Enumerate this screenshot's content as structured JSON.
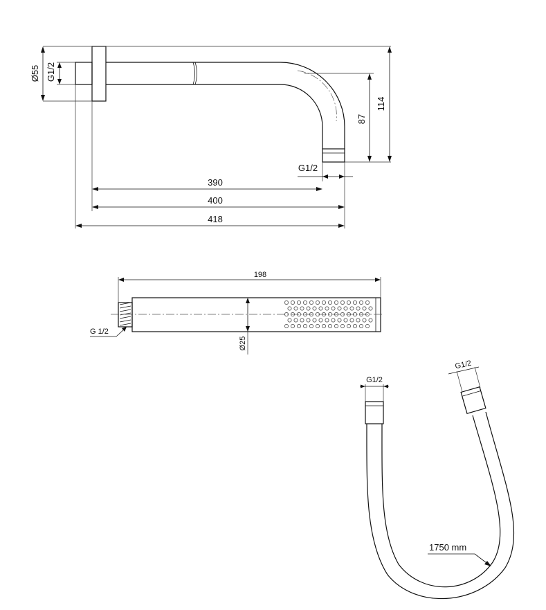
{
  "colors": {
    "line": "#111111",
    "background": "#ffffff"
  },
  "arm": {
    "flange_diameter": "Ø55",
    "inlet_thread": "G1/2",
    "outlet_thread": "G1/2",
    "drop_height": "87",
    "total_height": "114",
    "length_390": "390",
    "length_400": "400",
    "length_418": "418"
  },
  "hand_shower": {
    "length": "198",
    "thread": "G 1/2",
    "diameter": "Ø25"
  },
  "hose": {
    "thread_left": "G1/2",
    "thread_right": "G1/2",
    "length": "1750 mm"
  }
}
